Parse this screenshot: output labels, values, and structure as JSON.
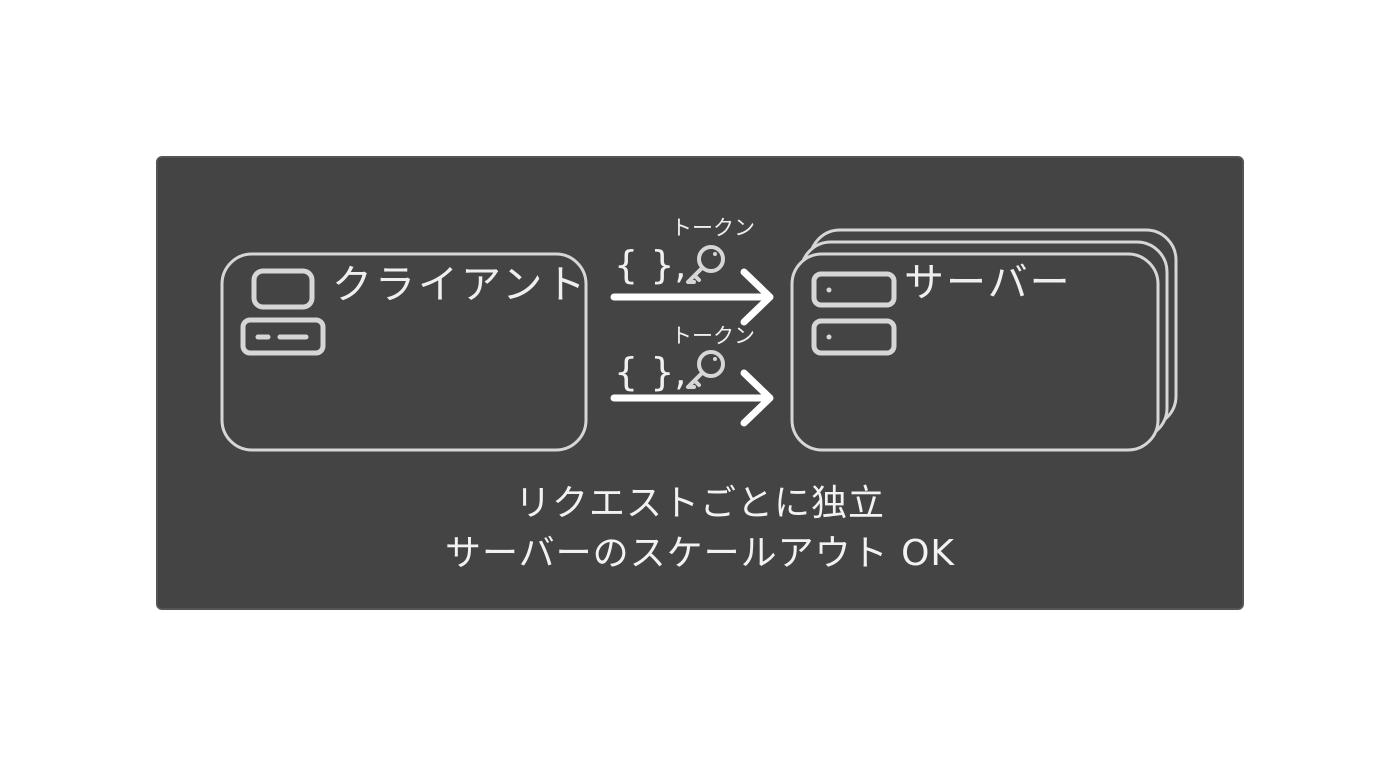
{
  "client": {
    "label": "クライアント"
  },
  "server": {
    "label": "サーバー"
  },
  "requests": [
    {
      "payload": "{ },",
      "token_label": "トークン"
    },
    {
      "payload": "{ },",
      "token_label": "トークン"
    }
  ],
  "caption": {
    "line1": "リクエストごとに独立",
    "line2": "サーバーのスケールアウト OK"
  },
  "colors": {
    "background": "#ffffff",
    "panel": "#444444",
    "stroke": "#d6d6d6",
    "text": "#efefef"
  },
  "icons": {
    "client": "computer-icon",
    "server": "server-icon",
    "token": "key-icon"
  }
}
